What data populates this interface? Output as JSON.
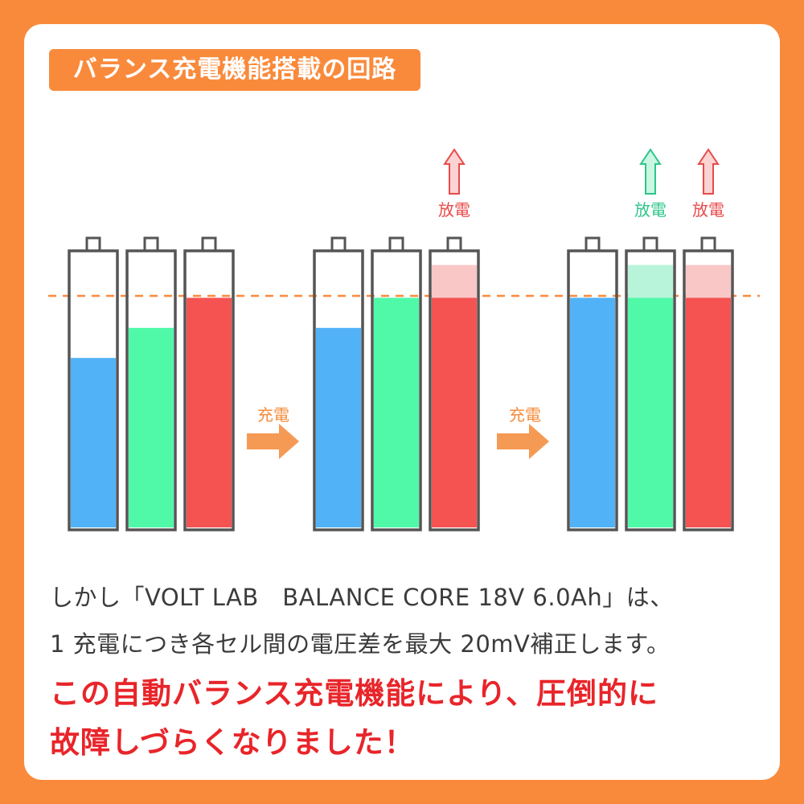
{
  "title": "バランス充電機能搭載の回路",
  "colors": {
    "background": "#F98A3B",
    "blue": "#52B2F7",
    "green": "#4FF9A8",
    "red": "#F55352",
    "discharge_red": "#F9C7C6",
    "discharge_green": "#B8F4D9",
    "label_red": "#E84A4A",
    "label_green": "#2FC48A",
    "headline": "#E8252A"
  },
  "steps": [
    {
      "cells": [
        {
          "color": "blue",
          "level": 0.62
        },
        {
          "color": "green",
          "level": 0.73
        },
        {
          "color": "red",
          "level": 0.84
        }
      ]
    },
    {
      "cells": [
        {
          "color": "blue",
          "level": 0.73
        },
        {
          "color": "green",
          "level": 0.84
        },
        {
          "color": "red",
          "level": 0.84,
          "discharge": "discharge_red"
        }
      ],
      "labels": [
        "",
        "",
        "放電"
      ]
    },
    {
      "cells": [
        {
          "color": "blue",
          "level": 0.84
        },
        {
          "color": "green",
          "level": 0.84,
          "discharge": "discharge_green"
        },
        {
          "color": "red",
          "level": 0.84,
          "discharge": "discharge_red"
        }
      ],
      "labels": [
        "",
        "放電",
        "放電"
      ]
    }
  ],
  "charge_arrows": [
    "充電",
    "充電"
  ],
  "body_text": {
    "line1": "しかし「VOLT LAB　BALANCE CORE 18V 6.0Ah」は、",
    "line2": "1 充電につき各セル間の電圧差を最大 20mV補正します。"
  },
  "headline": {
    "line1": "この自動バランス充電機能により、圧倒的に",
    "line2": "故障しづらくなりました！"
  }
}
